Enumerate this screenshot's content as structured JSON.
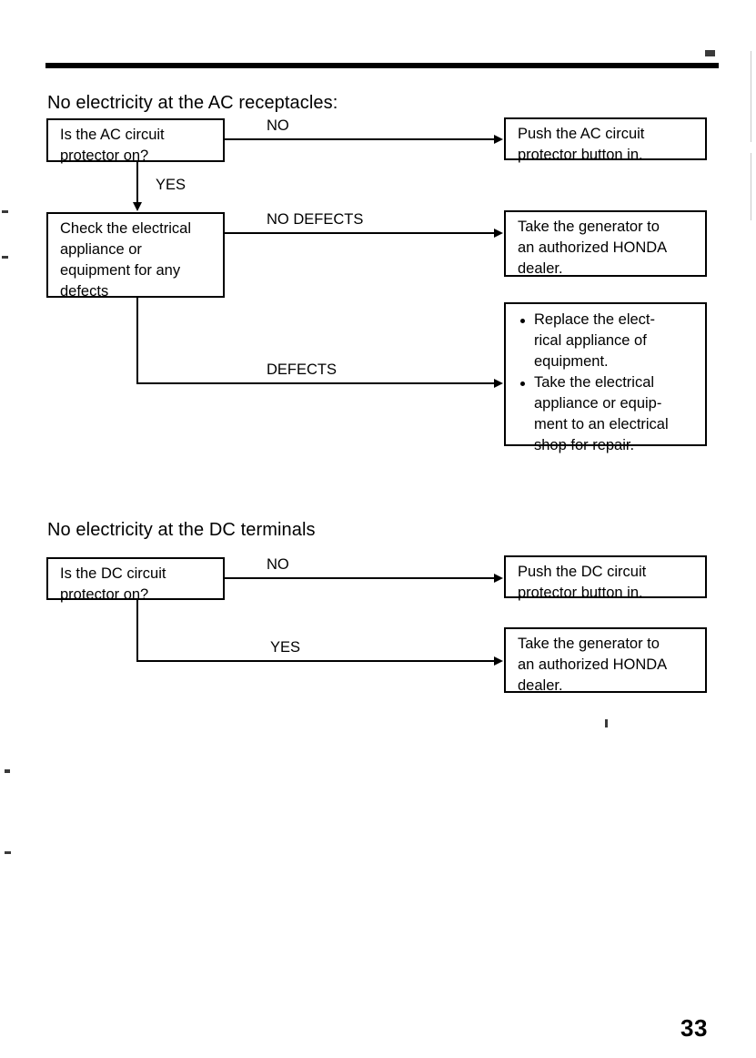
{
  "page": {
    "number": "33",
    "top_rule": true
  },
  "sections": [
    {
      "id": "ac",
      "heading": "No electricity at the AC receptacles:",
      "nodes": {
        "question1": [
          "Is the AC circuit",
          "protector on?"
        ],
        "question2": [
          "Check the electrical",
          "appliance or",
          "equipment for any",
          "defects"
        ],
        "result_no": [
          "Push the AC circuit",
          "protector button in."
        ],
        "result_no_defects": [
          "Take the generator to",
          "an authorized HONDA",
          "dealer."
        ],
        "result_defects": [
          [
            "Replace the elect-",
            "rical appliance of",
            "equipment."
          ],
          [
            "Take the electrical",
            "appliance or equip-",
            "ment to an electrical",
            "shop for repair."
          ]
        ]
      },
      "edges": {
        "no": "NO",
        "yes": "YES",
        "no_defects": "NO DEFECTS",
        "defects": "DEFECTS"
      }
    },
    {
      "id": "dc",
      "heading": "No electricity at the DC terminals",
      "nodes": {
        "question1": [
          "Is the DC circuit",
          "protector on?"
        ],
        "result_no": [
          "Push the DC circuit",
          "protector button in."
        ],
        "result_yes": [
          "Take the generator to",
          "an authorized HONDA",
          "dealer."
        ]
      },
      "edges": {
        "no": "NO",
        "yes": "YES"
      }
    }
  ]
}
